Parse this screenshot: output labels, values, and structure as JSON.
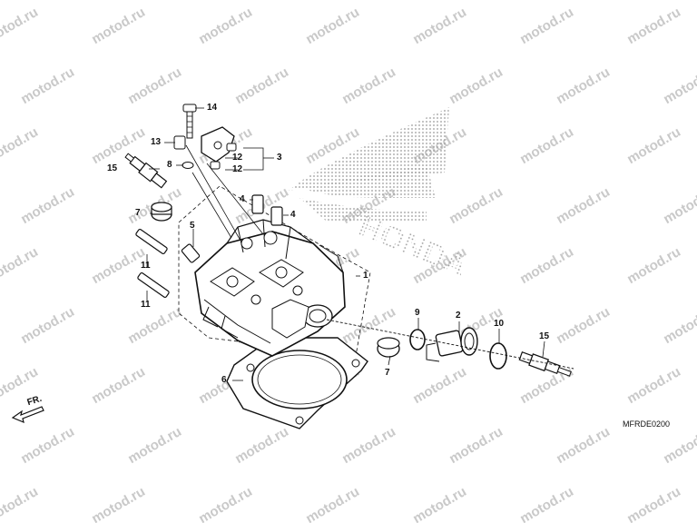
{
  "watermark": {
    "text": "motod.ru"
  },
  "callouts": {
    "c1": "1",
    "c2": "2",
    "c3": "3",
    "c4a": "4",
    "c4b": "4",
    "c5": "5",
    "c6": "6",
    "c7a": "7",
    "c7b": "7",
    "c8": "8",
    "c9": "9",
    "c10": "10",
    "c11a": "11",
    "c11b": "11",
    "c12a": "12",
    "c12b": "12",
    "c13": "13",
    "c14": "14",
    "c15a": "15",
    "c15b": "15"
  },
  "direction_marker": {
    "label": "FR."
  },
  "diagram_code": "MFRDE0200",
  "logo": {
    "text": "HONDA"
  },
  "colors": {
    "line": "#111111",
    "watermark": "#c9c9c9",
    "logo_dots": "#9a9a9a"
  }
}
